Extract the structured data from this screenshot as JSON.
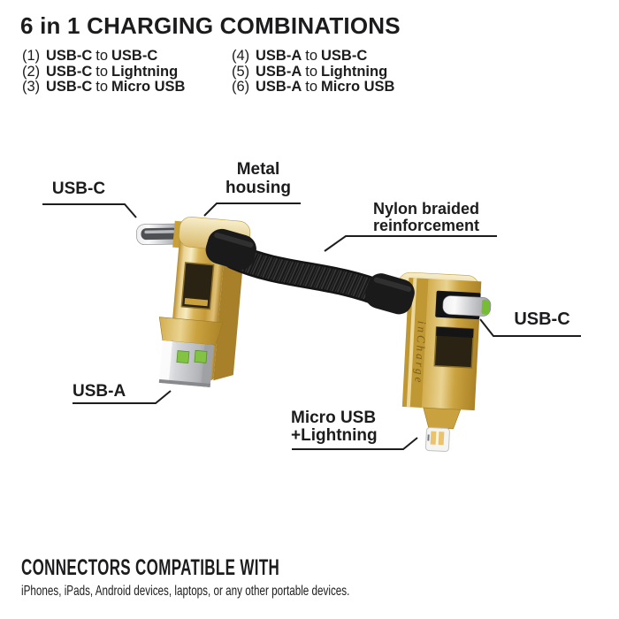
{
  "header": {
    "title": "6 in 1 CHARGING COMBINATIONS",
    "combinations": [
      {
        "num": "(1)",
        "from": "USB-C",
        "conj": "to",
        "target": "USB-C"
      },
      {
        "num": "(2)",
        "from": "USB-C",
        "conj": "to",
        "target": "Lightning"
      },
      {
        "num": "(3)",
        "from": "USB-C",
        "conj": "to",
        "target": "Micro USB"
      },
      {
        "num": "(4)",
        "from": "USB-A",
        "conj": "to",
        "target": "USB-C"
      },
      {
        "num": "(5)",
        "from": "USB-A",
        "conj": "to",
        "target": "Lightning"
      },
      {
        "num": "(6)",
        "from": "USB-A",
        "conj": "to",
        "target": "Micro USB"
      }
    ]
  },
  "diagram": {
    "callouts": {
      "usb_c_left": "USB-C",
      "metal_housing_line1": "Metal",
      "metal_housing_line2": "housing",
      "nylon_line1": "Nylon braided",
      "nylon_line2": "reinforcement",
      "usb_c_right": "USB-C",
      "usb_a": "USB-A",
      "micro_lightning_line1": "Micro USB",
      "micro_lightning_line2": "+Lightning"
    },
    "brand_text": "inCharge",
    "colors": {
      "gold": "#d7b356",
      "gold_light": "#f3e6b0",
      "gold_dark": "#9a7a28",
      "cable_black": "#161616",
      "connector_silver": "#c7c8cc",
      "contact_green": "#82c341",
      "line_black": "#1d1d1f"
    }
  },
  "footer": {
    "title": "CONNECTORS COMPATIBLE WITH",
    "subtitle": "iPhones, iPads, Android devices, laptops, or any other portable devices."
  }
}
